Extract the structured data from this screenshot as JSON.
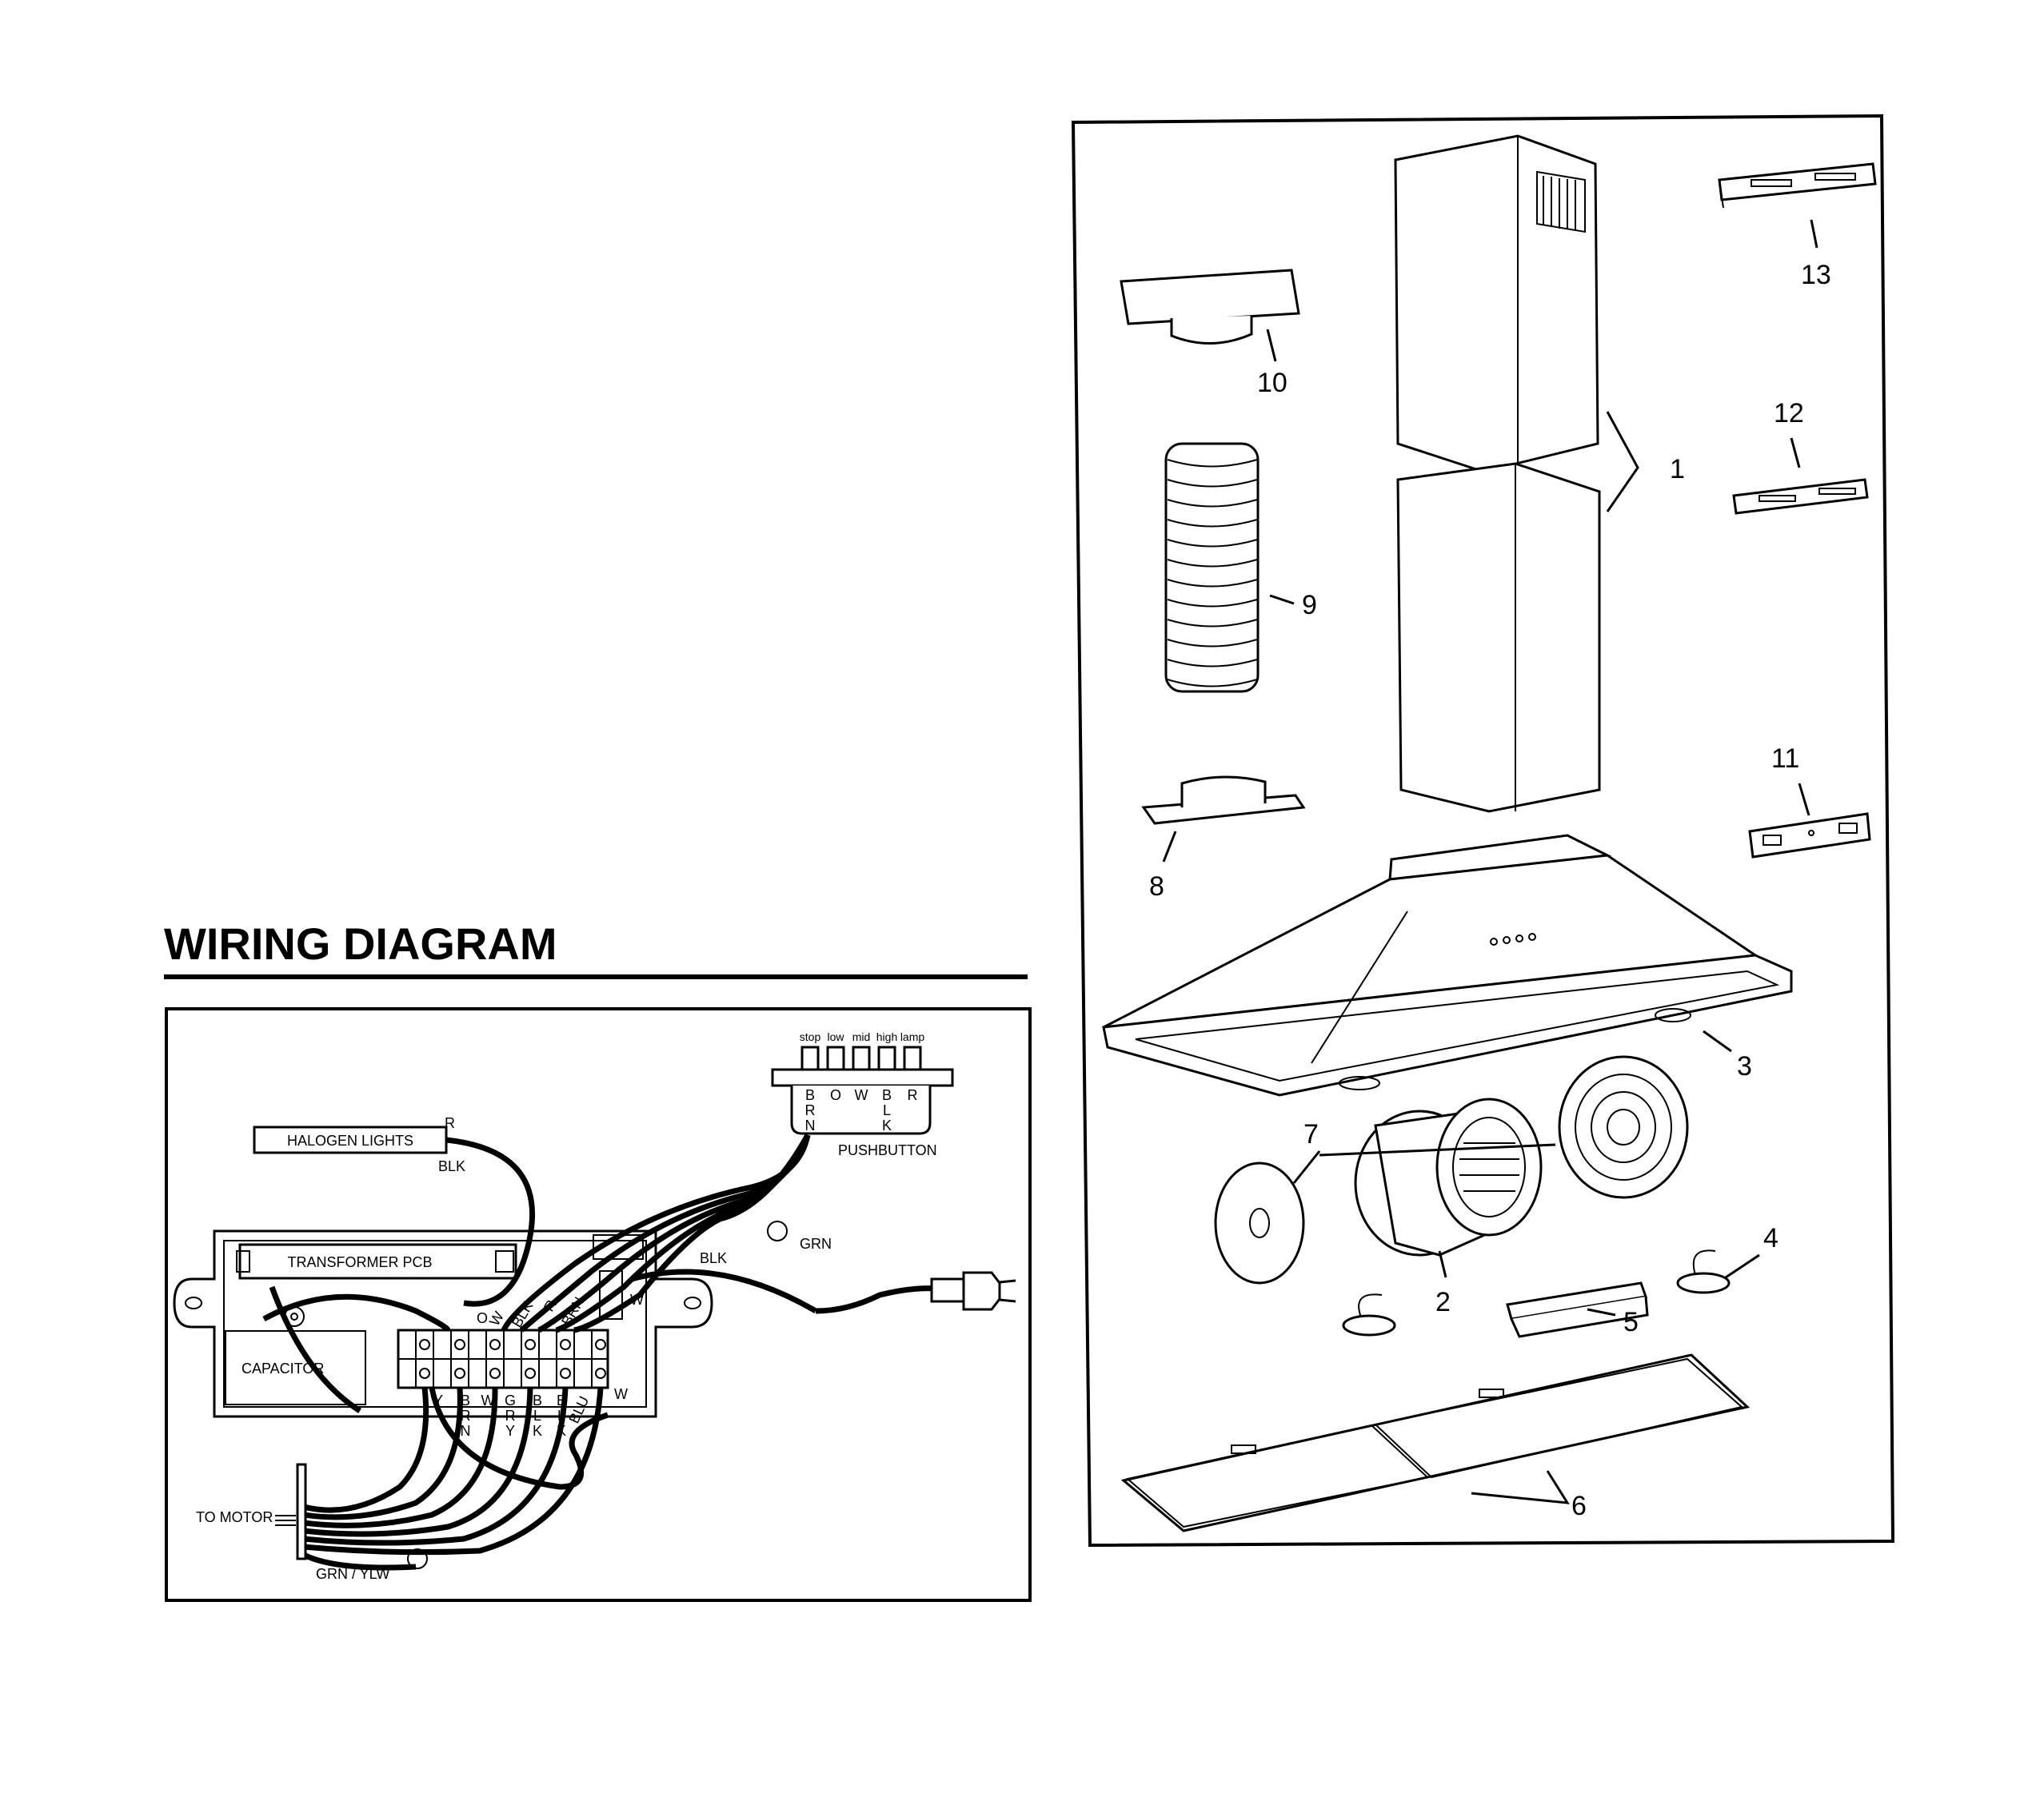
{
  "wiring": {
    "title": "WIRING DIAGRAM",
    "halogen": "HALOGEN LIGHTS",
    "transformer": "TRANSFORMER PCB",
    "capacitor": "CAPACITOR",
    "pushbutton": "PUSHBUTTON",
    "to_motor": "TO MOTOR",
    "grn_ylw": "GRN / YLW",
    "grn": "GRN",
    "buttons": [
      "stop",
      "low",
      "mid",
      "high",
      "lamp"
    ],
    "pb_wires": [
      "B\nR\nN",
      "O",
      "W",
      "B\nL\nK",
      "R"
    ],
    "halogen_r": "R",
    "halogen_blk": "BLK",
    "cord_blk": "BLK",
    "w_right": "W",
    "w_bottom": "W",
    "blu": "BLU",
    "terminal_wires": [
      "Y",
      "B\nR\nN",
      "W",
      "G\nR\nY",
      "B\nL\nK",
      "B\nL\nK"
    ],
    "upper_wires": [
      "O",
      "W",
      "BLK",
      "R",
      "BRN"
    ]
  },
  "parts": {
    "labels": [
      "1",
      "2",
      "3",
      "4",
      "5",
      "6",
      "7",
      "8",
      "9",
      "10",
      "11",
      "12",
      "13"
    ]
  }
}
